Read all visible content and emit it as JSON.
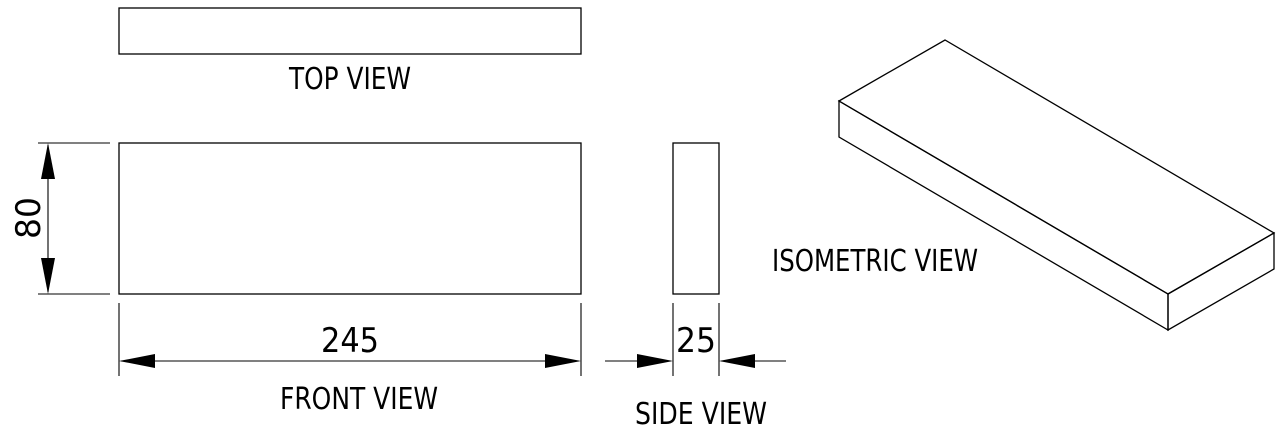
{
  "views": {
    "top": "TOP VIEW",
    "front": "FRONT VIEW",
    "side": "SIDE VIEW",
    "isometric": "ISOMETRIC VIEW"
  },
  "dimensions": {
    "length": "245",
    "height": "80",
    "thickness": "25"
  }
}
